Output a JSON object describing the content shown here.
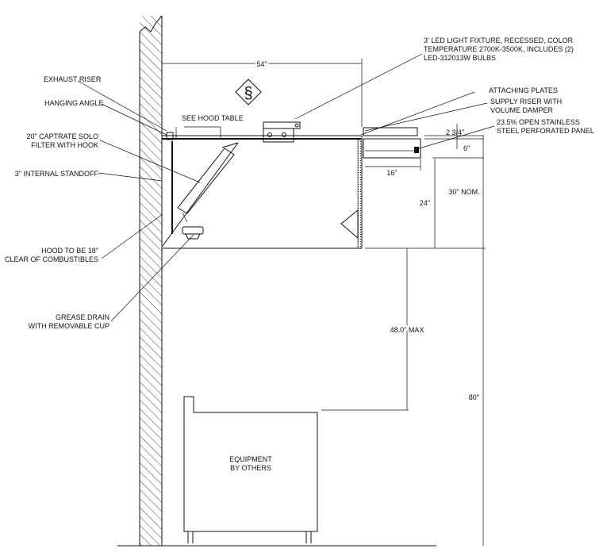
{
  "callouts": {
    "led_fixture": [
      "3' LED LIGHT FIXTURE, RECESSED, COLOR",
      "TEMPERATURE 2700K-3500K, INCLUDES (2)",
      "LED-312013W BULBS"
    ],
    "attaching_plates": "ATTACHING PLATES",
    "supply_riser": [
      "SUPPLY RISER WITH",
      "VOLUME DAMPER"
    ],
    "perforated_panel": [
      "23.5% OPEN STAINLESS",
      "STEEL PERFORATED PANEL"
    ],
    "exhaust_riser": "EXHAUST RISER",
    "hanging_angle": "HANGING ANGLE",
    "see_hood_table": "SEE HOOD TABLE",
    "filter": [
      "20\" CAPTRATE SOLO",
      "FILTER WITH HOOK"
    ],
    "standoff": "3\" INTERNAL STANDOFF",
    "clearance": [
      "HOOD TO BE 18\"",
      "CLEAR OF COMBUSTIBLES"
    ],
    "grease_drain": [
      "GREASE DRAIN",
      "WITH REMOVABLE CUP"
    ],
    "equipment": [
      "EQUIPMENT",
      "BY OTHERS"
    ]
  },
  "dimensions": {
    "width_54": "54\"",
    "d_2_3_4": "2 3/4\"",
    "d_6": "6\"",
    "d_16": "16\"",
    "d_24": "24\"",
    "d_30_nom": "30\" NOM.",
    "d_48_max": "48.0\" MAX",
    "d_80": "80\""
  },
  "symbol": "§",
  "colors": {
    "ink": "#111111",
    "background": "#ffffff"
  }
}
